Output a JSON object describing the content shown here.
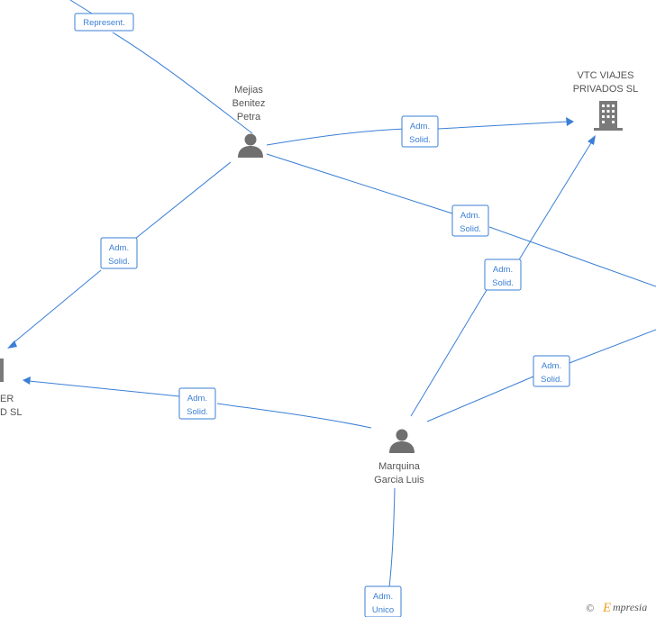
{
  "nodes": {
    "mejias": {
      "lines": [
        "Mejias",
        "Benitez",
        "Petra"
      ]
    },
    "vtc": {
      "lines": [
        "VTC VIAJES",
        "PRIVADOS  SL"
      ]
    },
    "left_company": {
      "lines": [
        "ER",
        "D  SL"
      ]
    },
    "marquina": {
      "lines": [
        "Marquina",
        "Garcia Luis"
      ]
    }
  },
  "edge_labels": {
    "represent": [
      "Represent."
    ],
    "mejias_vtc": [
      "Adm.",
      "Solid."
    ],
    "mejias_left": [
      "Adm.",
      "Solid."
    ],
    "mejias_right": [
      "Adm.",
      "Solid."
    ],
    "marquina_vtc": [
      "Adm.",
      "Solid."
    ],
    "marquina_left": [
      "Adm.",
      "Solid."
    ],
    "marquina_right": [
      "Adm.",
      "Solid."
    ],
    "marquina_bottom": [
      "Adm.",
      "Unico"
    ]
  },
  "footer": {
    "copyright": "©",
    "brand_initial": "E",
    "brand_rest": "mpresia"
  },
  "colors": {
    "edge": "#3a7fd5",
    "icon": "#6f6f6f",
    "brand_accent": "#f0a020"
  }
}
